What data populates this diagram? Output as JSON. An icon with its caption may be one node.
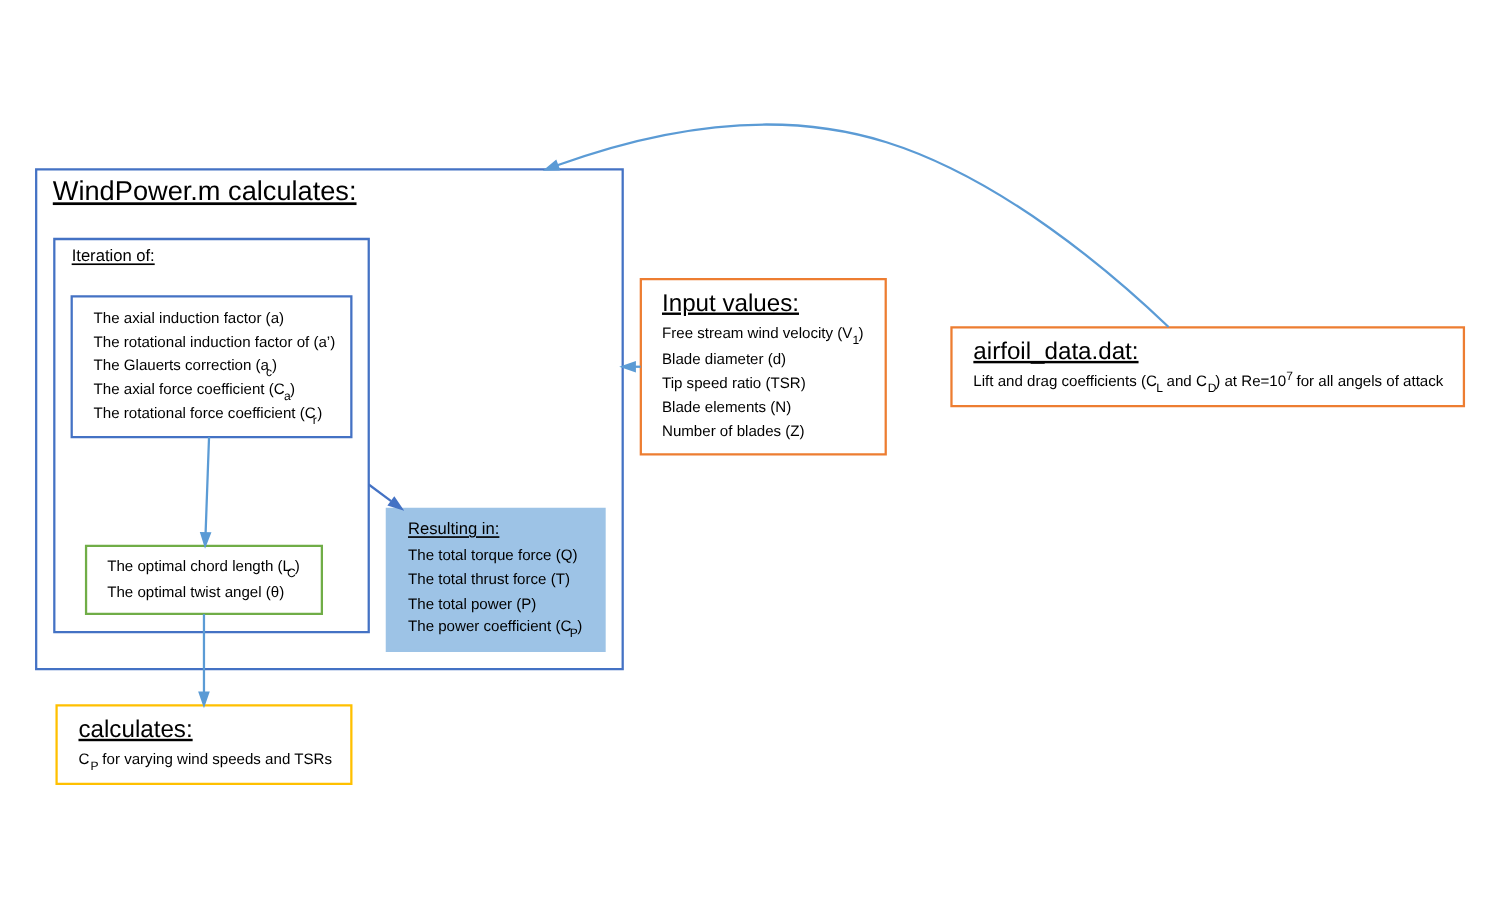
{
  "diagram": {
    "nodes": [
      {
        "text": [
          "WindPower.m calculates:"
        ]
      },
      {
        "text": [
          "Iteration of:"
        ],
        "in": 0
      },
      {
        "text": [
          "The axial induction factor (a)",
          "The rotational induction factor of (a’)",
          "The Glauerts correction (a$_{c}$)",
          "The axial force coefficient (C$_{a}$)",
          "The rotational force coefficient (C$_{r}$)"
        ],
        "in": 1
      },
      {
        "text": [
          "The optimal chord length (L$_{C}$)",
          "The optimal twist angel (θ)"
        ],
        "in": 1
      },
      {
        "text": [
          "Resulting in:",
          "The total torque force (Q)",
          "The total thrust force (T)",
          "The total power (P)",
          "The power coefficient (C$_{P}$)"
        ],
        "in": 0
      },
      {
        "text": [
          "Input values:",
          "Free stream wind velocity (V$_{1}$)",
          "Blade diameter (d)",
          "Tip speed ratio (TSR)",
          "Blade elements (N)",
          "Number of blades (Z)"
        ]
      },
      {
        "text": [
          "airfoil_data.dat:",
          "Lift and drag coefficients (C$_{L}$ and C$_{D}$) at Re=10$^{7}$ for all angels of attack"
        ]
      },
      {
        "text": [
          "calculates:",
          "C$_{P}$ for varying wind speeds and TSRs"
        ]
      }
    ],
    "edges": [
      {
        "from": 2,
        "to": 3,
        "arrow": "to"
      },
      {
        "from": 1,
        "to": 4,
        "arrow": "to",
        "color": "#4472c4"
      },
      {
        "from": 5,
        "to": 0,
        "arrow": "to"
      },
      {
        "from": 6,
        "to": 0,
        "arrow": "to"
      },
      {
        "from": 3,
        "to": 7,
        "arrow": "to"
      }
    ]
  }
}
